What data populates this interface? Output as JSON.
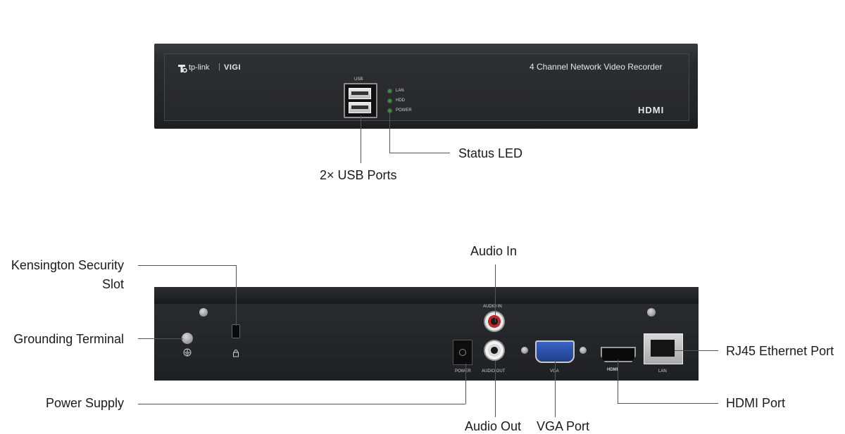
{
  "front": {
    "brand": "tp-link",
    "product_line": "VIGI",
    "model_title": "4 Channel Network Video Recorder",
    "hdmi_logo": "HDMI",
    "usb_label": "USB",
    "leds": [
      "LAN",
      "HDD",
      "POWER"
    ]
  },
  "rear": {
    "port_labels": {
      "audio_in": "AUDIO IN",
      "audio_out": "AUDIO OUT",
      "power": "POWER",
      "vga": "VGA",
      "hdmi": "HDMI",
      "lan": "LAN"
    }
  },
  "callouts": {
    "status_led": "Status LED",
    "usb_ports": "2× USB Ports",
    "kensington_line1": "Kensington Security",
    "kensington_line2": "Slot",
    "grounding": "Grounding Terminal",
    "power_supply": "Power Supply",
    "audio_in": "Audio In",
    "audio_out": "Audio Out",
    "vga_port": "VGA Port",
    "rj45": "RJ45 Ethernet Port",
    "hdmi_port": "HDMI Port"
  },
  "colors": {
    "chassis": "#232427",
    "led_green": "#3c8d3c",
    "audio_red": "#c0272d",
    "vga_blue": "#2a4fa3",
    "leader_line": "#555555"
  }
}
